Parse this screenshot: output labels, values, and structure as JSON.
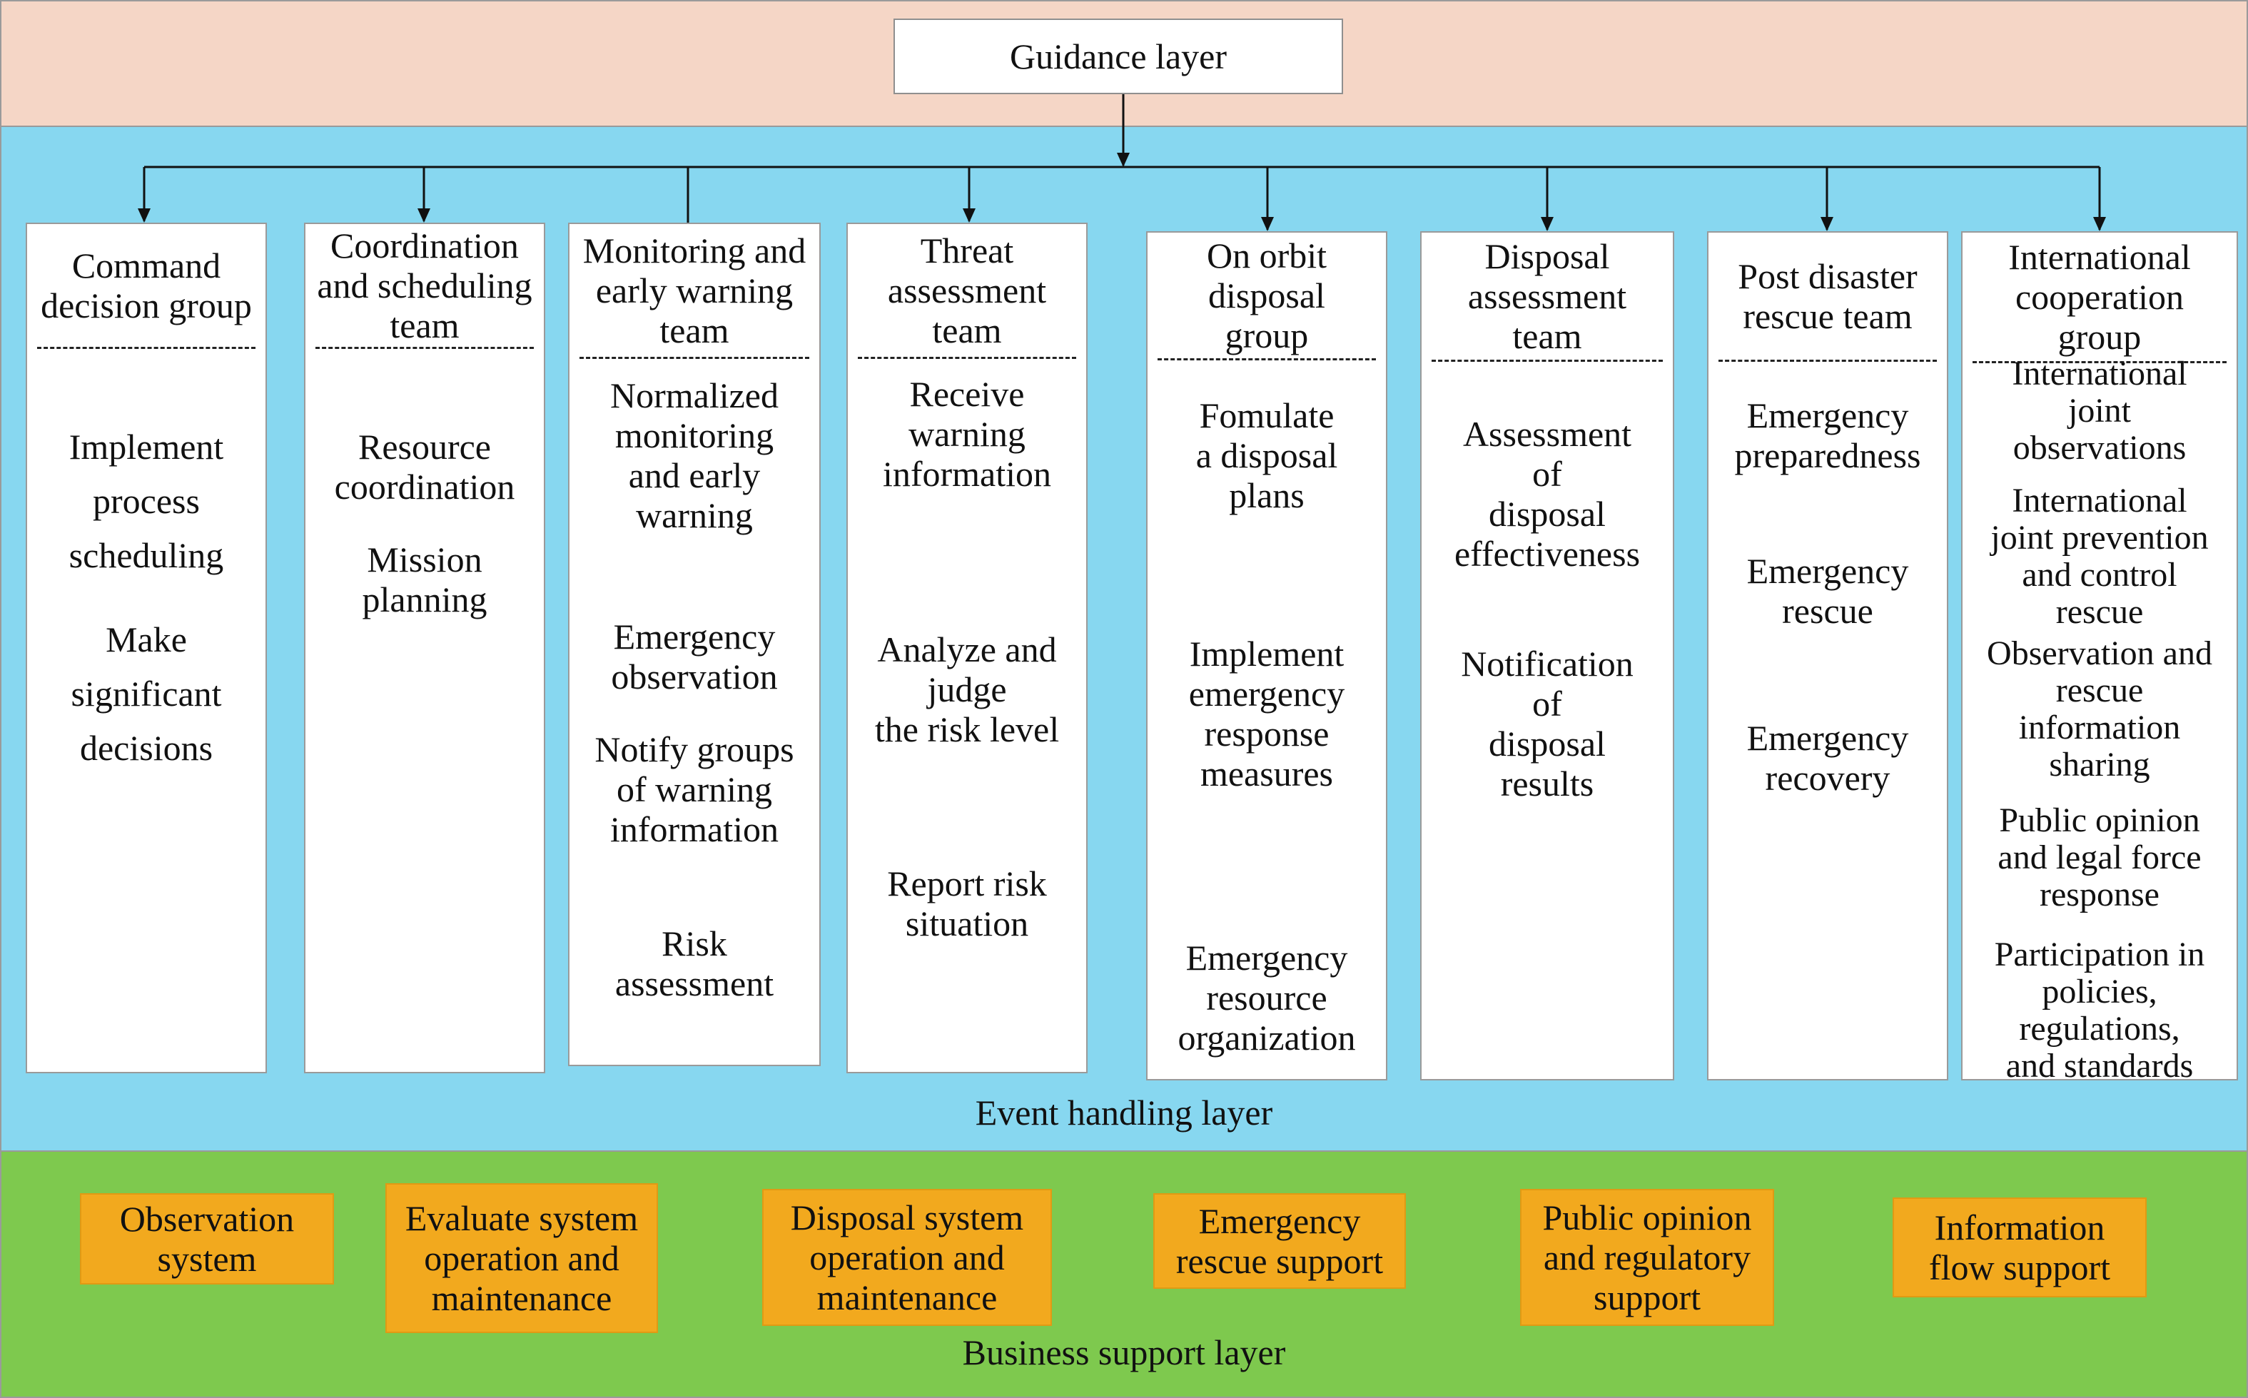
{
  "guidance_layer": {
    "label": "Guidance layer"
  },
  "event_handling_layer": {
    "label": "Event handling layer",
    "groups": [
      {
        "title": [
          "Command",
          "decision group"
        ],
        "items": [
          [
            "Implement",
            "process",
            "scheduling"
          ],
          [
            "Make",
            "significant",
            "decisions"
          ]
        ]
      },
      {
        "title": [
          "Coordination",
          "and scheduling",
          "team"
        ],
        "items": [
          [
            "Resource",
            "coordination"
          ],
          [
            "Mission",
            "planning"
          ]
        ]
      },
      {
        "title": [
          "Monitoring and",
          "early warning",
          "team"
        ],
        "items": [
          [
            "Normalized",
            "monitoring",
            "and early",
            "warning"
          ],
          [
            "Emergency",
            "observation"
          ],
          [
            "Notify groups",
            "of warning",
            "information"
          ],
          [
            "Risk",
            "assessment"
          ]
        ]
      },
      {
        "title": [
          "Threat",
          "assessment",
          "team"
        ],
        "items": [
          [
            "Receive",
            "warning",
            "information"
          ],
          [
            "Analyze and",
            "judge",
            "the risk level"
          ],
          [
            "Report risk",
            "situation"
          ]
        ]
      },
      {
        "title": [
          "On orbit",
          "disposal",
          "group"
        ],
        "items": [
          [
            "Fomulate",
            "a disposal",
            "plans"
          ],
          [
            "Implement",
            "emergency",
            "response",
            "measures"
          ],
          [
            "Emergency",
            "resource",
            "organization"
          ]
        ]
      },
      {
        "title": [
          "Disposal",
          "assessment",
          "team"
        ],
        "items": [
          [
            "Assessment",
            "of",
            "disposal",
            "effectiveness"
          ],
          [
            "Notification",
            "of",
            "disposal",
            "results"
          ]
        ]
      },
      {
        "title": [
          "Post disaster",
          "rescue team"
        ],
        "items": [
          [
            "Emergency",
            "preparedness"
          ],
          [
            "Emergency",
            "rescue"
          ],
          [
            "Emergency",
            "recovery"
          ]
        ]
      },
      {
        "title": [
          "International",
          "cooperation",
          "group"
        ],
        "items": [
          [
            "International",
            "joint",
            "observations"
          ],
          [
            "International",
            "joint prevention",
            "and control",
            "rescue"
          ],
          [
            "Observation and",
            "rescue",
            "information",
            "sharing"
          ],
          [
            "Public opinion",
            "and legal force",
            "response"
          ],
          [
            "Participation in",
            "policies,",
            "regulations,",
            "and standards"
          ]
        ]
      }
    ]
  },
  "business_support_layer": {
    "label": "Business support layer",
    "items": [
      [
        "Observation",
        "system"
      ],
      [
        "Evaluate system",
        "operation and",
        "maintenance"
      ],
      [
        "Disposal system",
        "operation and",
        "maintenance"
      ],
      [
        "Emergency",
        "rescue support"
      ],
      [
        "Public opinion",
        "and regulatory",
        "support"
      ],
      [
        "Information",
        "flow support"
      ]
    ]
  },
  "colors": {
    "guidance_band": "#f5d6c6",
    "event_band": "#87d7f0",
    "support_band": "#7ec94e",
    "support_box": "#f2a91e"
  }
}
